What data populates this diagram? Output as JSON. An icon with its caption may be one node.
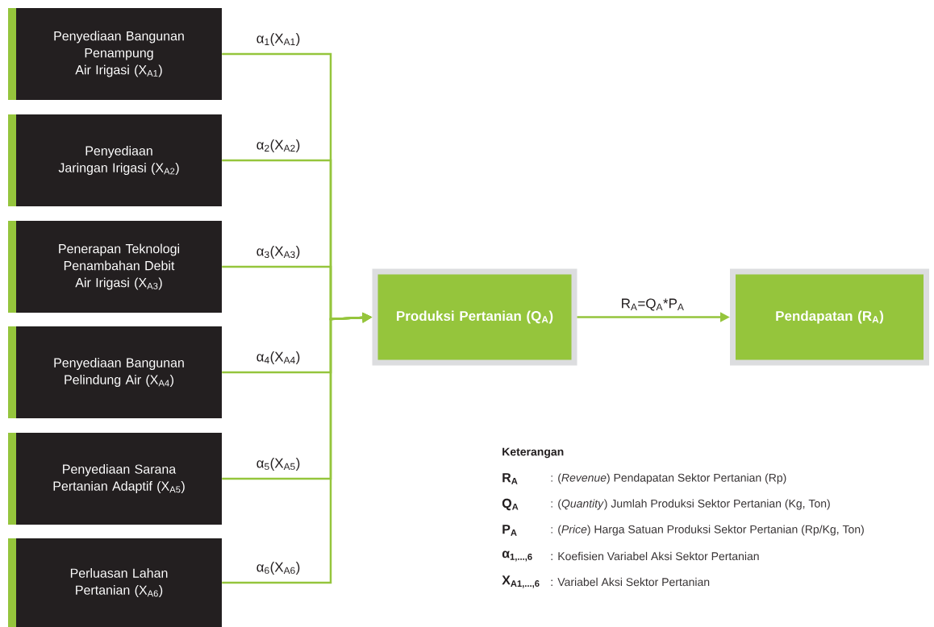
{
  "diagram": {
    "nodes": [
      {
        "text": [
          "Penyediaan Bangunan Penampung Air Irigasi (X$_{A1}$)"
        ]
      },
      {
        "text": [
          "Penyediaan Jaringan Irigasi (X$_{A2}$)"
        ]
      },
      {
        "text": [
          "Penerapan Teknologi Penambahan Debit Air Irigasi (X$_{A3}$)"
        ]
      },
      {
        "text": [
          "Penyediaan Bangunan Pelindung Air (X$_{A4}$)"
        ]
      },
      {
        "text": [
          "Penyediaan Sarana Pertanian Adaptif (X$_{A5}$)"
        ]
      },
      {
        "text": [
          "Perluasan Lahan Pertanian (X$_{A6}$)"
        ]
      },
      {
        "text": [
          "Produksi Pertanian (Q$_{A}$)"
        ]
      },
      {
        "text": [
          "Pendapatan (R$_{A}$)"
        ]
      }
    ],
    "edges": [
      {
        "from": 0,
        "to": 6,
        "arrow": "to",
        "label": "α$_{1}$(X$_{A1}$)"
      },
      {
        "from": 1,
        "to": 6,
        "arrow": "to",
        "label": "α$_{2}$(X$_{A2}$)"
      },
      {
        "from": 2,
        "to": 6,
        "arrow": "to",
        "label": "α$_{3}$(X$_{A3}$)"
      },
      {
        "from": 3,
        "to": 6,
        "arrow": "to",
        "label": "α$_{4}$(X$_{A4}$)"
      },
      {
        "from": 4,
        "to": 6,
        "arrow": "to",
        "label": "α$_{5}$(X$_{A5}$)"
      },
      {
        "from": 5,
        "to": 6,
        "arrow": "to",
        "label": "α$_{6}$(X$_{A6}$)"
      },
      {
        "from": 6,
        "to": 7,
        "arrow": "to",
        "label": "R$_{A}$=Q$_{A}$*P$_{A}$"
      }
    ],
    "labels": [
      "Keterangan",
      "R$_{A}$",
      ": (*Revenue*) Pendapatan Sektor Pertanian (Rp)",
      "Q$_{A}$",
      ": (*Quantity*) Jumlah Produksi Sektor Pertanian (Kg, Ton)",
      "P$_{A}$",
      ": (*Price*) Harga Satuan Produksi Sektor Pertanian (Rp/Kg, Ton)",
      "α$_{1,...,6}$",
      ": Koefisien Variabel Aksi Sektor Pertanian",
      "X$_{A1,...,6}$",
      ": Variabel Aksi Sektor Pertanian"
    ]
  }
}
